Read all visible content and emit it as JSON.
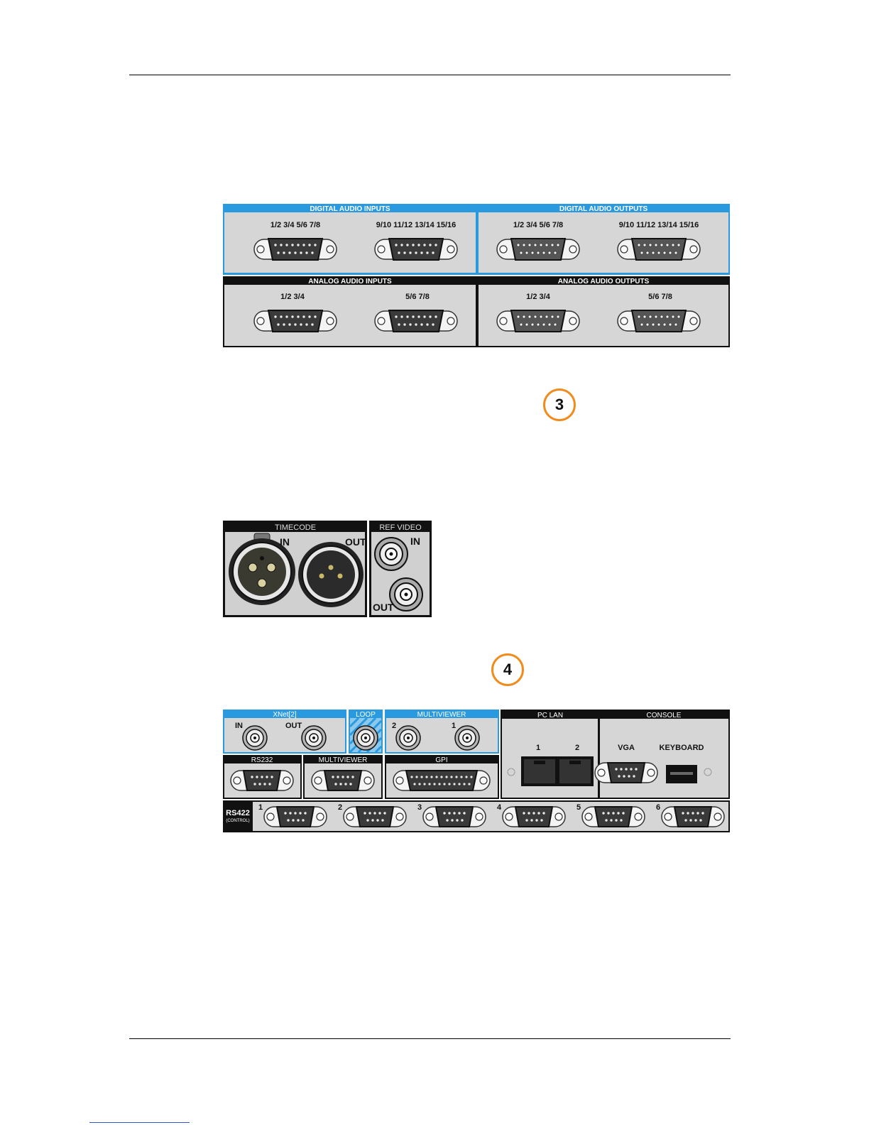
{
  "audio_panel": {
    "digital_inputs": {
      "title": "DIGITAL AUDIO INPUTS",
      "labels": [
        "1/2  3/4  5/6  7/8",
        "9/10  11/12  13/14  15/16"
      ]
    },
    "digital_outputs": {
      "title": "DIGITAL AUDIO OUTPUTS",
      "labels": [
        "1/2  3/4  5/6  7/8",
        "9/10  11/12  13/14  15/16"
      ]
    },
    "analog_inputs": {
      "title": "ANALOG AUDIO INPUTS",
      "labels": [
        "1/2  3/4",
        "5/6  7/8"
      ]
    },
    "analog_outputs": {
      "title": "ANALOG AUDIO OUTPUTS",
      "labels": [
        "1/2  3/4",
        "5/6  7/8"
      ]
    }
  },
  "callout_3": "3",
  "timecode_panel": {
    "timecode_title": "TIMECODE",
    "in_label": "IN",
    "out_label": "OUT",
    "ref_title": "REF VIDEO",
    "ref_in": "IN",
    "ref_out": "OUT"
  },
  "callout_4": "4",
  "io_panel": {
    "xnet": {
      "title": "XNet[2]",
      "in": "IN",
      "out": "OUT"
    },
    "loop": "LOOP",
    "multiviewer_top": {
      "title": "MULTIVIEWER",
      "a": "2",
      "b": "1"
    },
    "pclan": {
      "title": "PC LAN",
      "a": "1",
      "b": "2"
    },
    "console": {
      "title": "CONSOLE",
      "vga": "VGA",
      "keyboard": "KEYBOARD"
    },
    "rs232": "RS232",
    "multiviewer_bottom": "MULTIVIEWER",
    "gpi": "GPI",
    "rs422": {
      "title": "RS422",
      "sub": "(CONTROL)",
      "ports": [
        "1",
        "2",
        "3",
        "4",
        "5",
        "6"
      ]
    }
  },
  "colors": {
    "accent_blue": "#2a9ae0",
    "callout_orange": "#f08c1e",
    "panel_gray": "#d6d6d6"
  }
}
